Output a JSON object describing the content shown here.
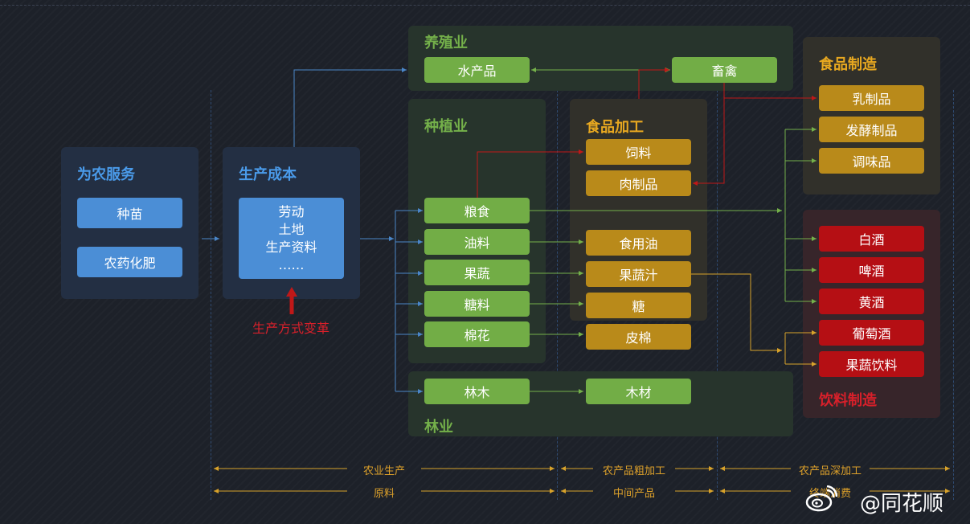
{
  "colors": {
    "blue": "#4b8ed6",
    "green": "#72ad46",
    "orange": "#b98a1a",
    "red": "#b50f14",
    "title_blue": "#4a9bea",
    "title_green": "#74b04a",
    "title_orange": "#e8a820",
    "title_red": "#d8202a",
    "axis": "#dca02a"
  },
  "sections": {
    "farm_service": {
      "title": "为农服务",
      "items": [
        "种苗",
        "农药化肥"
      ]
    },
    "production_cost": {
      "title": "生产成本",
      "items": [
        "劳动",
        "土地",
        "生产资料",
        "……"
      ],
      "reform": "生产方式变革"
    },
    "breeding": {
      "title": "养殖业",
      "items": [
        "水产品",
        "畜禽"
      ]
    },
    "planting": {
      "title": "种植业",
      "items": [
        "粮食",
        "油料",
        "果蔬",
        "糖料",
        "棉花"
      ]
    },
    "forestry": {
      "title": "林业",
      "items": [
        "林木",
        "木材"
      ]
    },
    "food_processing": {
      "title": "食品加工",
      "items": [
        "饲料",
        "肉制品",
        "食用油",
        "果蔬汁",
        "糖",
        "皮棉"
      ]
    },
    "food_manufacturing": {
      "title": "食品制造",
      "items": [
        "乳制品",
        "发酵制品",
        "调味品"
      ]
    },
    "beverage_manufacturing": {
      "title": "饮料制造",
      "items": [
        "白酒",
        "啤酒",
        "黄酒",
        "葡萄酒",
        "果蔬饮料"
      ]
    }
  },
  "axis": {
    "row1": [
      "农业生产",
      "农产品粗加工",
      "农产品深加工"
    ],
    "row2": [
      "原料",
      "中间产品",
      "终端消费"
    ]
  },
  "watermark": "@同花顺",
  "icons": {
    "watermark_logo": "weibo-icon",
    "reform_arrow": "up-arrow-icon"
  }
}
